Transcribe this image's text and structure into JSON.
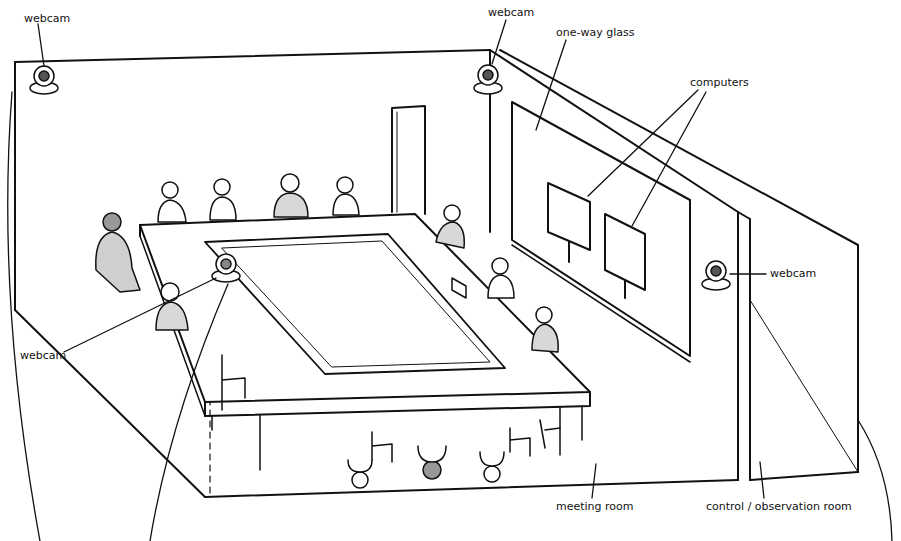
{
  "diagram": {
    "labels": [
      "webcam",
      "webcam",
      "one-way glass",
      "computers",
      "webcam",
      "webcam",
      "meeting room",
      "control / observation room"
    ]
  }
}
